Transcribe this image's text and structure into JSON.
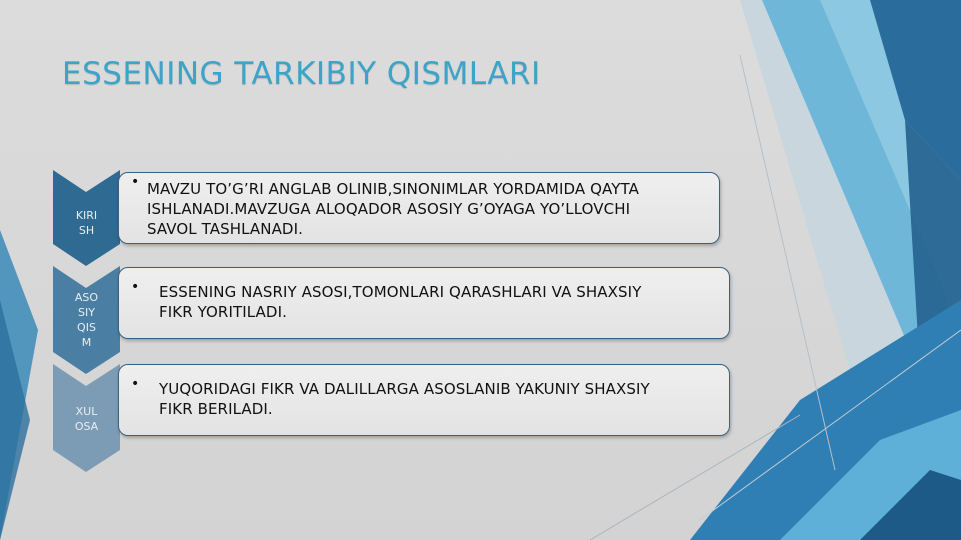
{
  "title": "ESSENING TARKIBIY QISMLARI",
  "sections": [
    {
      "label_lines": [
        "KIRI",
        "SH"
      ],
      "bullet": "•",
      "text_lines": [
        "MAVZU TO’G’RI ANGLAB OLINIB,SINONIMLAR YORDAMIDA QAYTA",
        "ISHLANADI.MAVZUGA ALOQADOR ASOSIY G’OYAGA YO’LLOVCHI",
        "SAVOL TASHLANADI."
      ]
    },
    {
      "label_lines": [
        "ASO",
        "SIY",
        "QIS",
        "M"
      ],
      "bullet": "•",
      "text_lines": [
        "ESSENING NASRIY ASOSI,TOMONLARI QARASHLARI VA SHAXSIY",
        "FIKR YORITILADI."
      ]
    },
    {
      "label_lines": [
        "XUL",
        "OSA"
      ],
      "bullet": "•",
      "text_lines": [
        "YUQORIDAGI FIKR VA DALILLARGA ASOSLANIB YAKUNIY SHAXSIY",
        "FIKR BERILADI."
      ]
    }
  ],
  "colors": {
    "title": "#3ba4c8",
    "chevron_1": "#2e6a92",
    "chevron_2": "#4a7fa3",
    "chevron_3": "#7c9bb5",
    "box_border": "#3a5f7f"
  }
}
